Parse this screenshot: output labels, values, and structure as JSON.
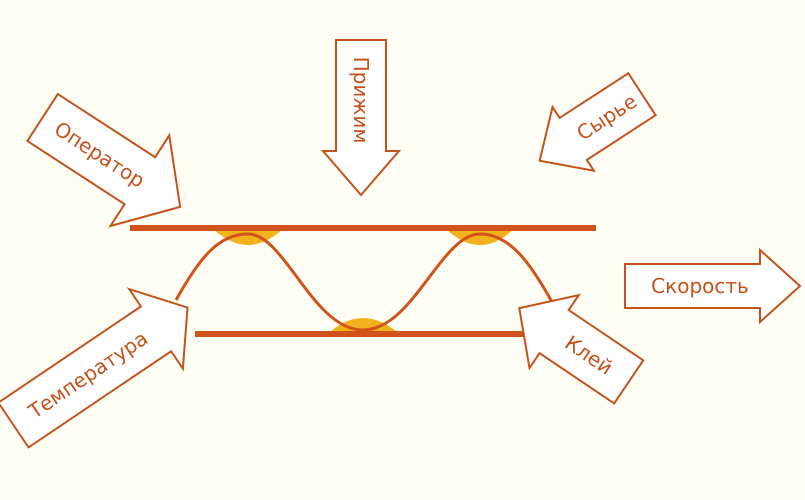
{
  "colors": {
    "background": "#fefef5",
    "accent": "#d2521c",
    "glue": "#f2b21c",
    "arrow_fill": "#ffffff"
  },
  "labels": {
    "operator": "Оператор",
    "press": "Прижим",
    "raw_material": "Сырье",
    "speed": "Скорость",
    "temperature": "Температура",
    "glue": "Клей"
  }
}
